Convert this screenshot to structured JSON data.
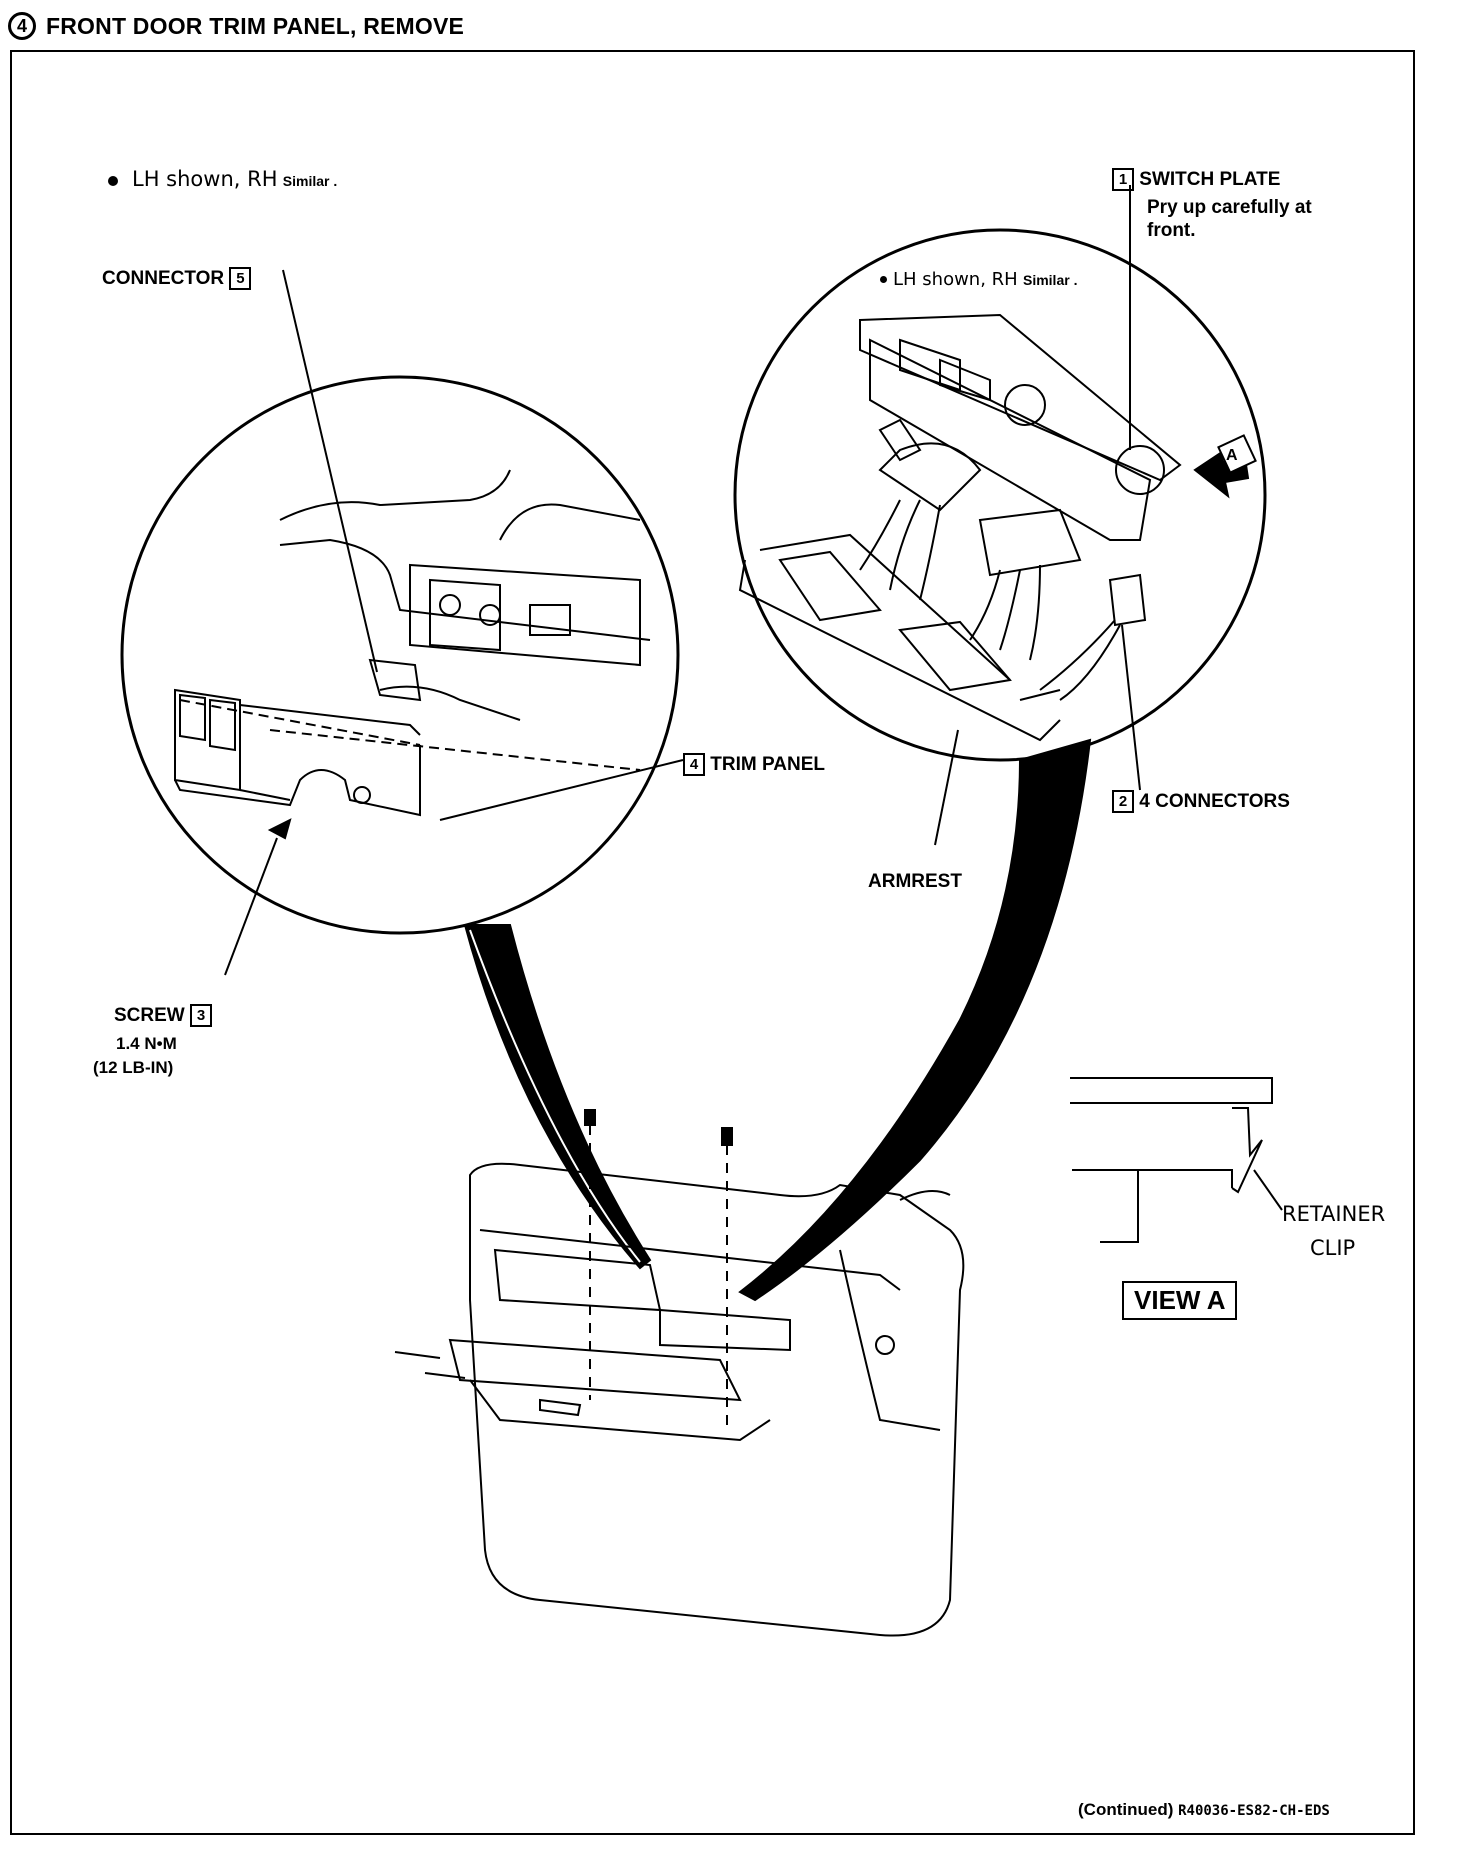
{
  "header": {
    "step_number": "4",
    "title": "FRONT DOOR TRIM PANEL, REMOVE"
  },
  "notes": {
    "main": {
      "text": "LH shown, RH",
      "similar": "Similar ."
    },
    "detail": {
      "text": "LH shown, RH",
      "similar": "Similar ."
    }
  },
  "callouts": {
    "switch_plate": {
      "number": "1",
      "label": "SWITCH PLATE",
      "desc_line1": "Pry up carefully at",
      "desc_line2": "front."
    },
    "connectors": {
      "number": "2",
      "label": "4 CONNECTORS"
    },
    "screw": {
      "label": "SCREW",
      "number": "3",
      "torque": "1.4 N•M",
      "torque_imperial": "(12 LB-IN)"
    },
    "trim_panel": {
      "number": "4",
      "label": "TRIM PANEL"
    },
    "connector": {
      "label": "CONNECTOR",
      "number": "5"
    },
    "armrest": {
      "label": "ARMREST"
    },
    "view_arrow": {
      "label": "A"
    },
    "retainer_clip": {
      "line1": "RETAINER",
      "line2": "CLIP"
    },
    "view_a": {
      "label": "VIEW A"
    }
  },
  "footer": {
    "continued": "(Continued)",
    "code": "R40036-ES82-CH-EDS"
  },
  "icons": [
    "step-number-circle-icon",
    "bullet-icon",
    "view-arrow-icon"
  ]
}
